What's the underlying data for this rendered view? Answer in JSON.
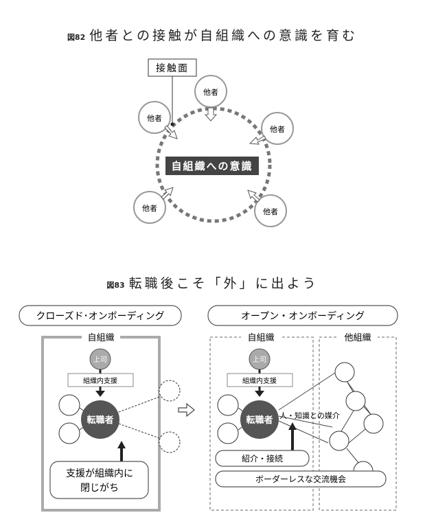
{
  "fig82": {
    "number": "図82",
    "title": "他者との接触が自組織への意識を育む",
    "contact_label": "接触面",
    "center_label": "自組織への意識",
    "other_label": "他者"
  },
  "fig83": {
    "number": "図83",
    "title": "転職後こそ「外」に出よう",
    "closed": {
      "title": "クローズド･オンボーディング",
      "org_label": "自組織",
      "boss": "上司",
      "support": "組織内支援",
      "person": "転職者",
      "note_line1": "支援が組織内に",
      "note_line2": "閉じがち"
    },
    "open": {
      "title": "オープン・オンボーディング",
      "org_label": "自組織",
      "other_org_label": "他組織",
      "boss": "上司",
      "support": "組織内支援",
      "person": "転職者",
      "mediation": "人・知識との媒介",
      "intro": "紹介・接続",
      "borderless": "ボーダーレスな交流機会"
    }
  }
}
